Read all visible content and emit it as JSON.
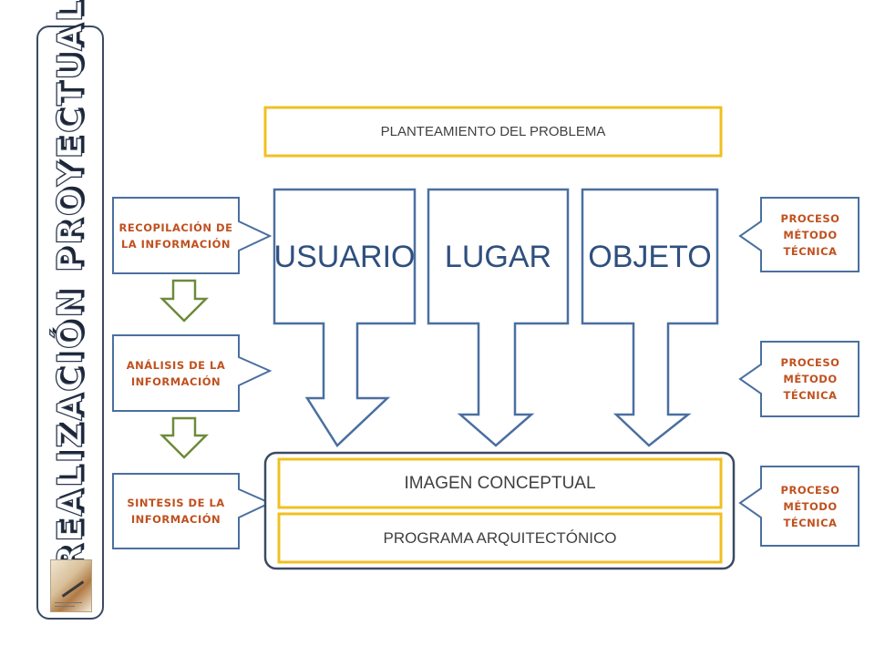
{
  "side_title": "REALIZACIÓN PROYECTUAL",
  "top_box": "PLANTEAMIENTO DEL PROBLEMA",
  "concepts": [
    "USUARIO",
    "LUGAR",
    "OBJETO"
  ],
  "left_steps": [
    "RECOPILACIÓN DE LA INFORMACIÓN",
    "ANÁLISIS DE LA INFORMACIÓN",
    "SINTESIS DE LA INFORMACIÓN"
  ],
  "right_steps": [
    "PROCESO MÉTODO TÉCNICA",
    "PROCESO MÉTODO TÉCNICA",
    "PROCESO MÉTODO TÉCNICA"
  ],
  "result_boxes": [
    "IMAGEN CONCEPTUAL",
    "PROGRAMA ARQUITECTÓNICO"
  ],
  "colors": {
    "blue_stroke": "#4a6fa0",
    "dark_stroke": "#3b4a63",
    "yellow_border": "#f0c020",
    "green_arrow": "#6e8a3a",
    "orange_text": "#c0501e"
  }
}
